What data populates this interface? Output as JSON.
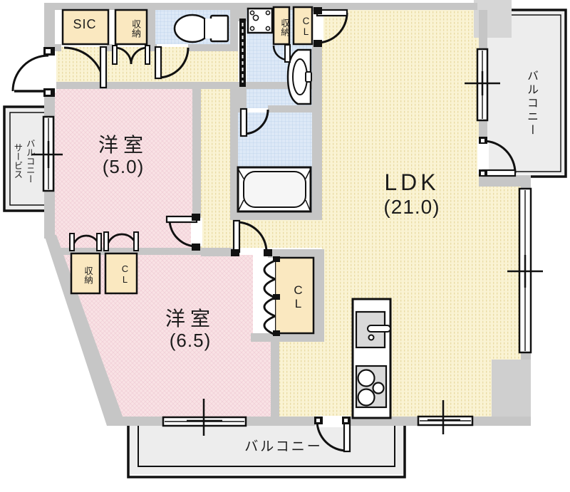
{
  "floor_plan": {
    "rooms": {
      "ldk": {
        "name": "LDK",
        "area": "(21.0)"
      },
      "bedroom_5": {
        "name": "洋室",
        "area": "(5.0)"
      },
      "bedroom_6_5": {
        "name": "洋室",
        "area": "(6.5)"
      },
      "balcony_right": {
        "name": "バルコニー"
      },
      "balcony_bottom": {
        "name": "バルコニー"
      },
      "service_balcony": {
        "line1": "サービス",
        "line2": "バルコニー"
      }
    },
    "storage": {
      "sic": "SIC",
      "entrance_storage": "収納",
      "washroom_storage": "収納",
      "washroom_closet": "CL",
      "bedroom5_storage": "収納",
      "bedroom5_closet": "CL",
      "bedroom65_closet": "CL"
    },
    "fixtures": {
      "toilet": "toilet",
      "washbasin": "vanity-washbasin",
      "bathtub": "bathtub",
      "washer_pan": "washing-machine-pan",
      "kitchen_sink": "kitchen-sink",
      "stove": "gas-stove"
    },
    "colors": {
      "floor_yellow": "#faf3d3",
      "floor_pink": "#f9e2e5",
      "wet_blue": "#dde9f7",
      "closet_cream": "#fae8c0",
      "wall_gray": "#c6c6c6",
      "balcony_gray": "#ededed",
      "line_black": "#111111"
    }
  }
}
